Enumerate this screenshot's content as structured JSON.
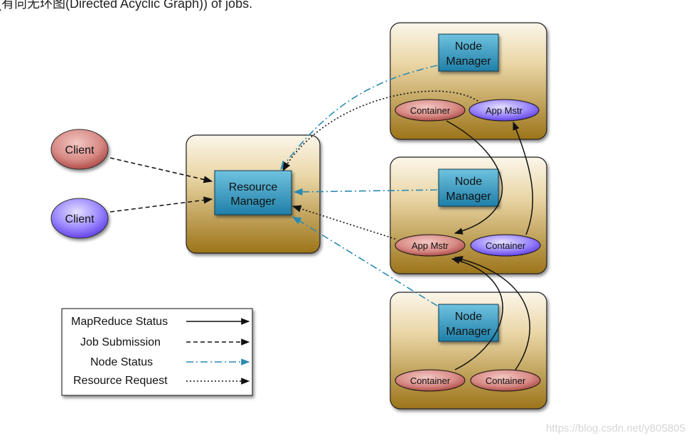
{
  "header": {
    "text": "(有向无环图(Directed Acyclic Graph)) of jobs."
  },
  "watermark": "https://blog.csdn.net/y805805",
  "nodes": {
    "resource_manager": {
      "line1": "Resource",
      "line2": "Manager"
    },
    "node_manager": {
      "line1": "Node",
      "line2": "Manager"
    },
    "clients": [
      "Client",
      "Client"
    ],
    "node1": {
      "left": "Container",
      "right": "App Mstr"
    },
    "node2": {
      "left": "App Mstr",
      "right": "Container"
    },
    "node3": {
      "left": "Container",
      "right": "Container"
    }
  },
  "legend": {
    "items": [
      "MapReduce Status",
      "Job Submission",
      "Node Status",
      "Resource Request"
    ]
  },
  "colors": {
    "box_gradient_top": "#f7eedc",
    "box_gradient_bottom": "#a57d1f",
    "manager_fill": "#2f8fb6",
    "red_oval": "#b84c4c",
    "purple_oval": "#6c4fe6",
    "node_status_line": "#2a8ab0",
    "line": "#111111"
  }
}
